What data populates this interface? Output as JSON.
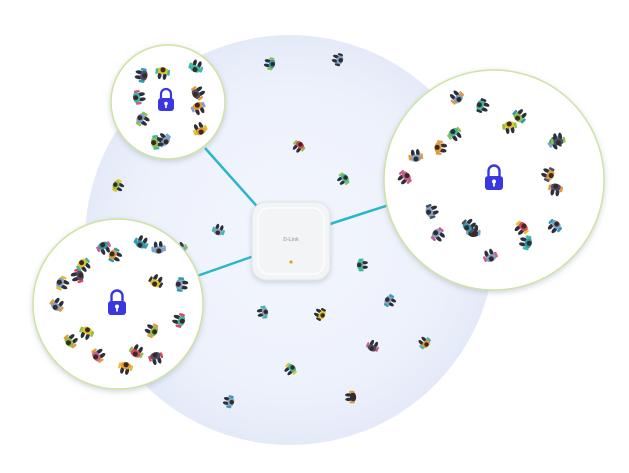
{
  "device": {
    "brand_label": "D-Link",
    "body_color": "#f3f4f6",
    "led_color": "#e0a21a"
  },
  "colors": {
    "coverage_fill": "#e9eefa",
    "link_line": "#29b6cc",
    "group_border": "#cfe3a4",
    "lock": "#3a37e0",
    "person_palette": [
      "#2f9bb0",
      "#3fb7a4",
      "#d8475a",
      "#e59a3a",
      "#e2c42a",
      "#4a4f6a",
      "#7fa3c9",
      "#c65f8a",
      "#8ec04a",
      "#2d2f3a"
    ]
  },
  "groups": [
    {
      "id": "top-left",
      "icon": "lock-icon"
    },
    {
      "id": "left",
      "icon": "lock-icon"
    },
    {
      "id": "right",
      "icon": "lock-icon"
    }
  ]
}
